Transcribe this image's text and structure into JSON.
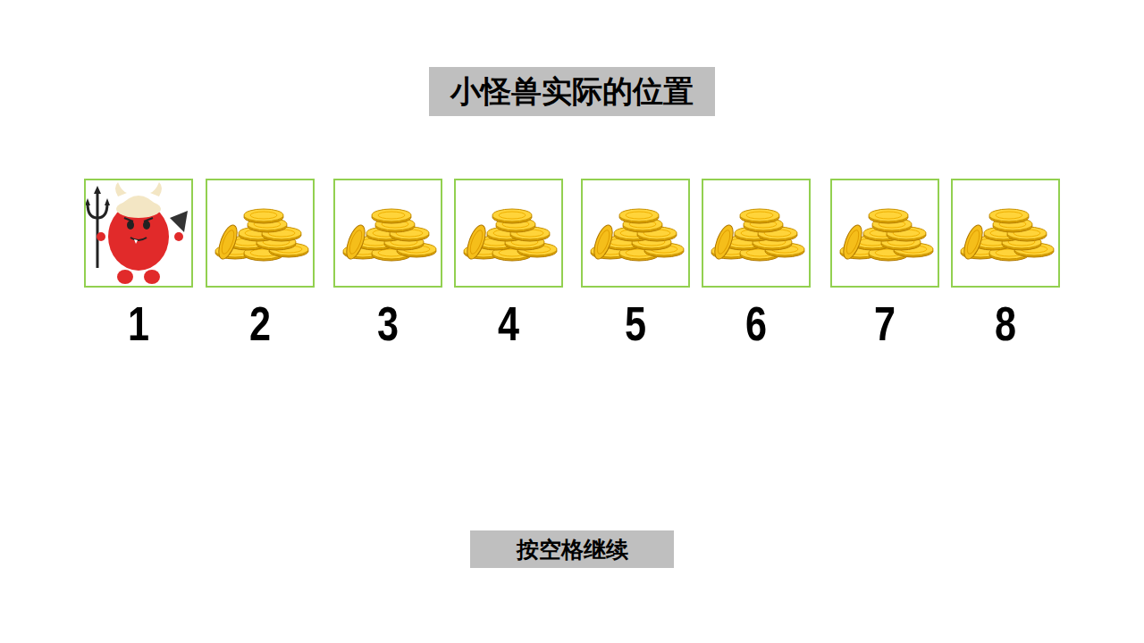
{
  "diagram": {
    "title": "小怪兽实际的位置",
    "nodes": [
      {
        "text": [
          "1"
        ]
      },
      {
        "text": [
          "2"
        ]
      },
      {
        "text": [
          "3"
        ]
      },
      {
        "text": [
          "4"
        ]
      },
      {
        "text": [
          "5"
        ]
      },
      {
        "text": [
          "6"
        ]
      },
      {
        "text": [
          "7"
        ]
      },
      {
        "text": [
          "8"
        ]
      },
      {
        "text": [
          "按空格继续"
        ]
      }
    ]
  }
}
